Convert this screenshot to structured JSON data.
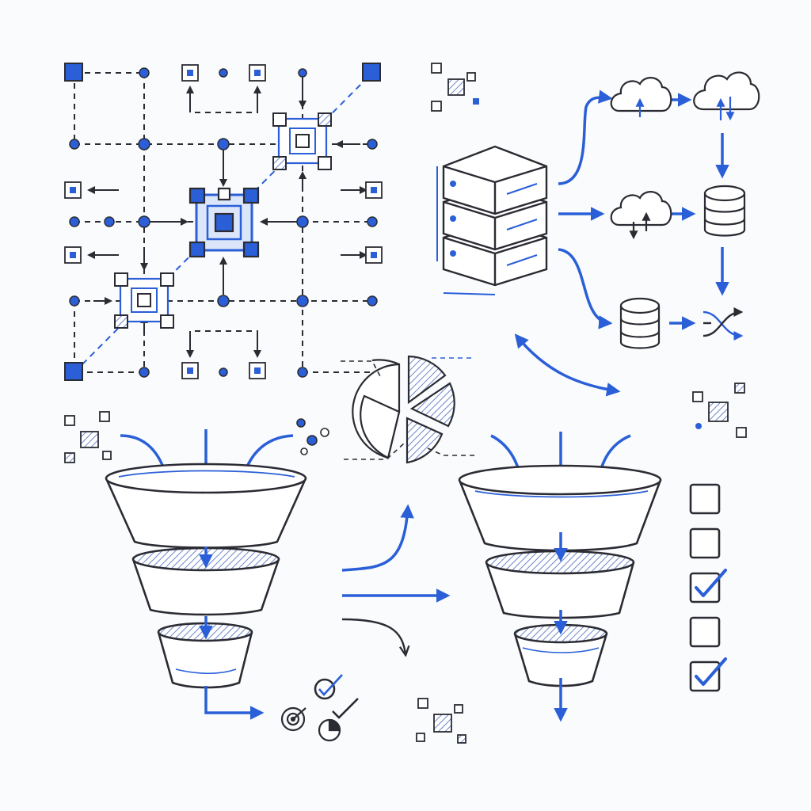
{
  "colors": {
    "ink": "#2b2b33",
    "accent": "#2a5fd8",
    "accent_fill": "#3f74e6",
    "hatch": "#6b86c9",
    "paper": "#fafbfc"
  },
  "sections": {
    "network_grid": {
      "icon": "network-node-grid",
      "hub_count": 3
    },
    "server_pipeline": {
      "icons": [
        "server-stack",
        "cloud-upload",
        "cloud-sync",
        "cloud-transfer",
        "database",
        "database",
        "shuffle"
      ]
    },
    "pie_chart": {
      "icon": "pie-chart",
      "slices": 5,
      "highlighted_slices": 3
    },
    "funnel_left": {
      "stages": 3,
      "outcome_icons": [
        "target",
        "check",
        "check",
        "pie-chart"
      ]
    },
    "branch_arrows": {
      "directions": [
        "up",
        "right",
        "down"
      ]
    },
    "funnel_right": {
      "stages": 3
    },
    "checklist": {
      "items": [
        false,
        false,
        true,
        false,
        true
      ]
    }
  }
}
